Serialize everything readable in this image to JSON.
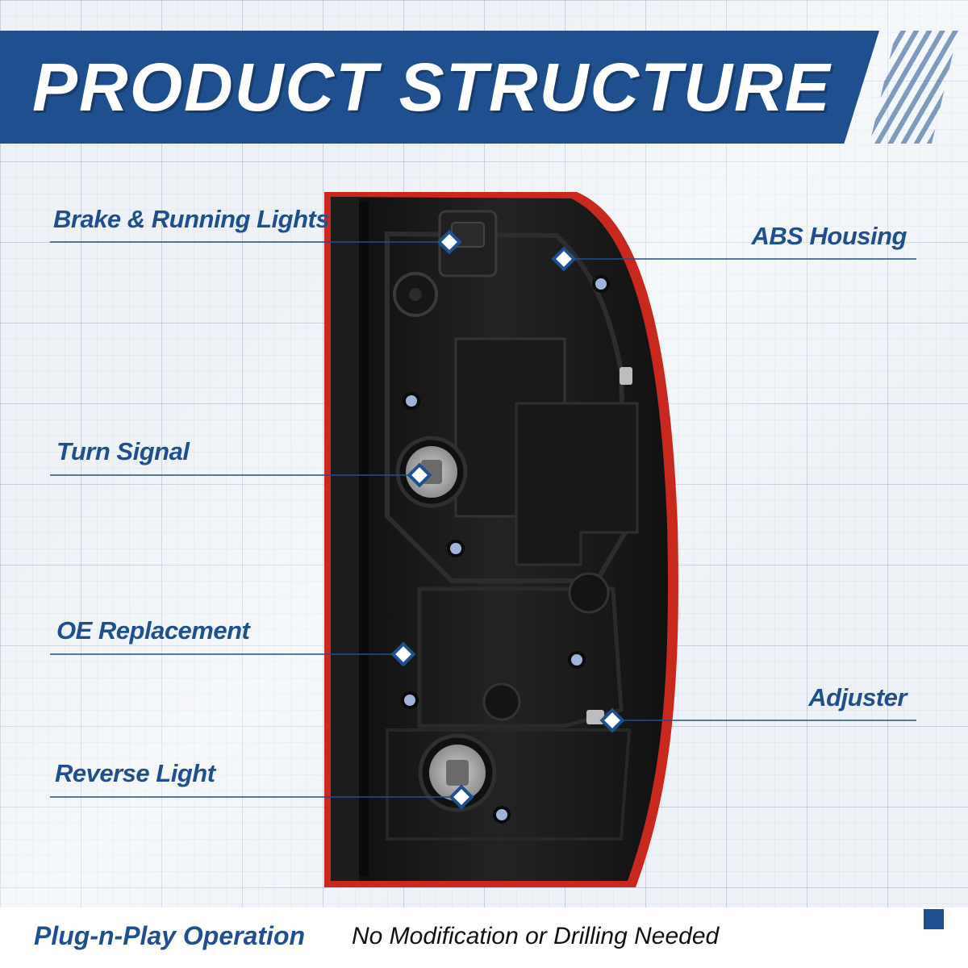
{
  "header": {
    "title": "PRODUCT STRUCTURE"
  },
  "callouts": [
    {
      "id": "brake",
      "label": "Brake & Running Lights"
    },
    {
      "id": "abs",
      "label": "ABS Housing"
    },
    {
      "id": "turn",
      "label": "Turn Signal"
    },
    {
      "id": "oe",
      "label": "OE Replacement"
    },
    {
      "id": "adjuster",
      "label": "Adjuster"
    },
    {
      "id": "reverse",
      "label": "Reverse Light"
    }
  ],
  "footer": {
    "feature": "Plug-n-Play Operation",
    "description": "No Modification or Drilling Needed"
  },
  "colors": {
    "brand_blue": "#1f4f8f",
    "housing_black": "#151515",
    "lens_red": "#c8281e"
  }
}
